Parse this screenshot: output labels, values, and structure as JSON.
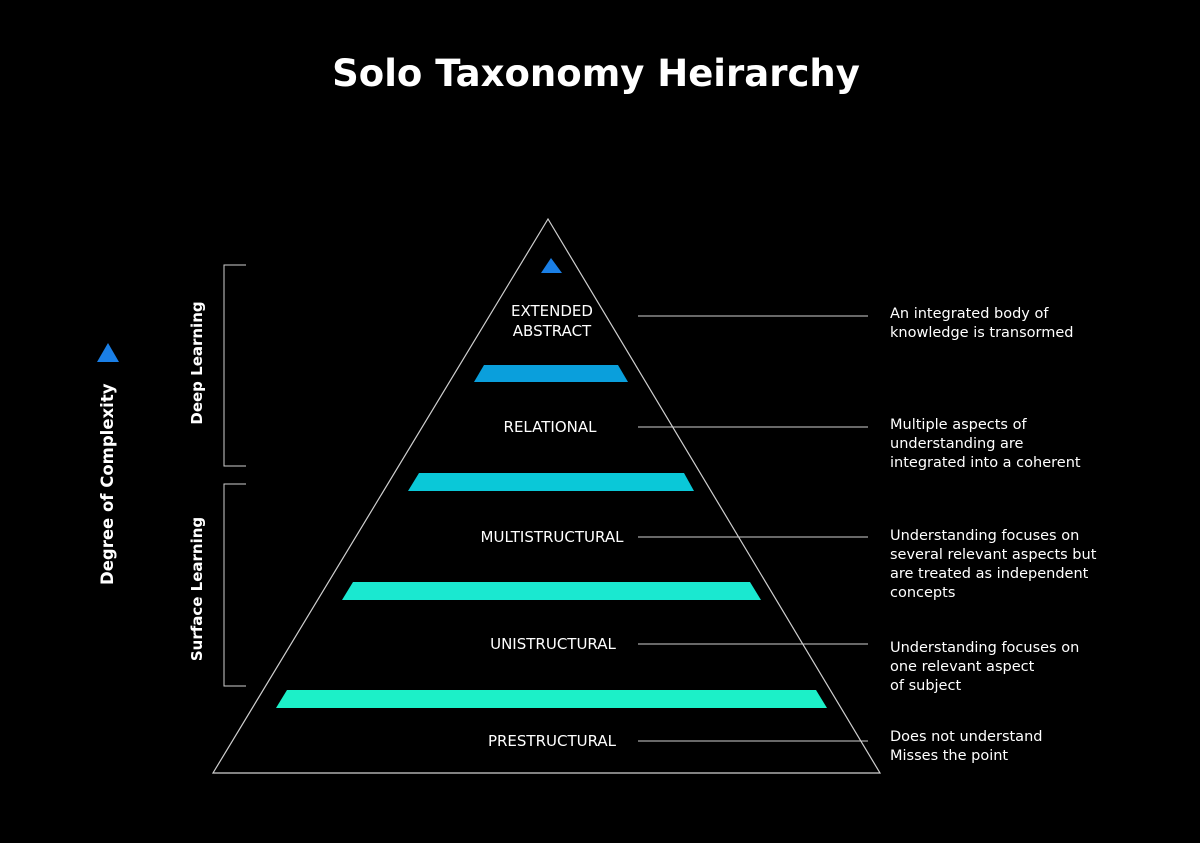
{
  "title": "Solo Taxonomy Heirarchy",
  "axis_label": "Degree of Complexity",
  "groups": {
    "deep": "Deep Learning",
    "surface": "Surface Learning"
  },
  "levels": [
    {
      "label": "EXTENDED\nABSTRACT",
      "description": "An integrated body of\nknowledge is transormed"
    },
    {
      "label": "RELATIONAL",
      "description": "Multiple aspects of\nunderstanding are\nintegrated into a coherent"
    },
    {
      "label": "MULTISTRUCTURAL",
      "description": "Understanding focuses on\nseveral relevant aspects but\nare treated as independent\nconcepts"
    },
    {
      "label": "UNISTRUCTURAL",
      "description": "Understanding focuses on\none relevant aspect\nof subject"
    },
    {
      "label": "PRESTRUCTURAL",
      "description": "Does not understand\nMisses the point"
    }
  ],
  "colors": {
    "background": "#000000",
    "apex": "#1a7fe6",
    "band_1": "#0a9fdc",
    "band_2": "#0ac8d8",
    "band_3": "#1ae8d0",
    "band_4": "#1cf0c8",
    "line": "#cfcfcf"
  },
  "icons": {
    "complexity": "triangle-up-icon",
    "apex": "triangle-up-icon"
  }
}
